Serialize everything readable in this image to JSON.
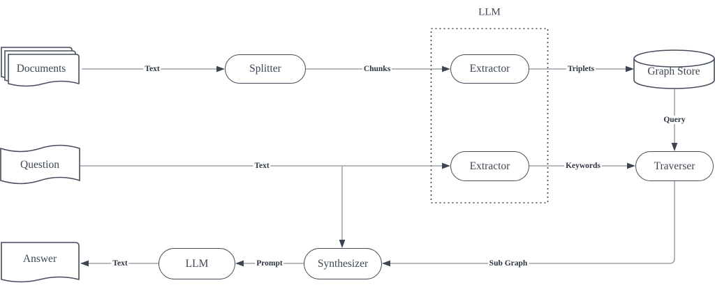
{
  "diagram": {
    "group_label": "LLM",
    "nodes": {
      "documents": "Documents",
      "splitter": "Splitter",
      "extractor_top": "Extractor",
      "graph_store": "Graph Store",
      "question": "Question",
      "extractor_bottom": "Extractor",
      "traverser": "Traverser",
      "answer": "Answer",
      "llm": "LLM",
      "synthesizer": "Synthesizer"
    },
    "edge_labels": {
      "documents_to_splitter": "Text",
      "splitter_to_extractor": "Chunks",
      "extractor_to_graph_store": "Triplets",
      "graph_store_to_traverser": "Query",
      "question_to_extractor": "Text",
      "extractor_to_traverser": "Keywords",
      "traverser_to_synthesizer": "Sub Graph",
      "synthesizer_to_llm": "Prompt",
      "llm_to_answer": "Text"
    },
    "colors": {
      "background": "#ffffff",
      "node_fill": "#ffffff",
      "node_stroke": "#454d5c",
      "edge_line": "#8a909a",
      "arrowhead": "#3e4552",
      "node_text": "#3e4654",
      "edge_label_text": "#2e3540"
    }
  }
}
